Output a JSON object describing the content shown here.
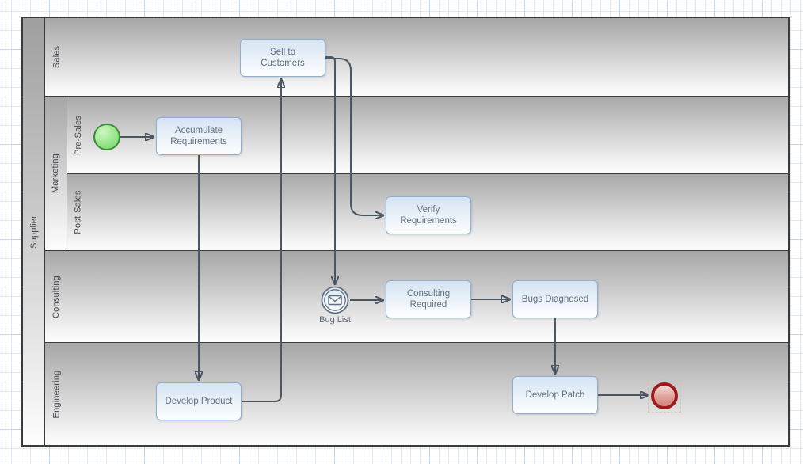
{
  "diagram": {
    "pool": {
      "label": "Supplier"
    },
    "lanes": [
      {
        "label": "Sales"
      },
      {
        "label": "Marketing",
        "sublanes": [
          {
            "label": "Pre-Sales"
          },
          {
            "label": "Post-Sales"
          }
        ]
      },
      {
        "label": "Consulting"
      },
      {
        "label": "Engineering"
      }
    ],
    "tasks": {
      "sell": {
        "label": "Sell to\nCustomers",
        "lane": "Sales"
      },
      "accumulate": {
        "label": "Accumulate\nRequirements",
        "lane": "Pre-Sales"
      },
      "verify": {
        "label": "Verify\nRequirements",
        "lane": "Post-Sales"
      },
      "consulting_required": {
        "label": "Consulting\nRequired",
        "lane": "Consulting"
      },
      "bugs_diagnosed": {
        "label": "Bugs Diagnosed",
        "lane": "Consulting"
      },
      "develop_product": {
        "label": "Develop Product",
        "lane": "Engineering"
      },
      "develop_patch": {
        "label": "Develop Patch",
        "lane": "Engineering"
      }
    },
    "events": {
      "start": {
        "type": "start",
        "lane": "Pre-Sales"
      },
      "bug_list": {
        "type": "message-intermediate",
        "label": "Bug List",
        "lane": "Consulting"
      },
      "end": {
        "type": "end",
        "lane": "Engineering"
      }
    },
    "flows": [
      {
        "from": "start",
        "to": "accumulate"
      },
      {
        "from": "accumulate",
        "to": "develop_product"
      },
      {
        "from": "develop_product",
        "to": "sell"
      },
      {
        "from": "sell",
        "to": "bug_list"
      },
      {
        "from": "sell",
        "to": "verify"
      },
      {
        "from": "bug_list",
        "to": "consulting_required"
      },
      {
        "from": "consulting_required",
        "to": "bugs_diagnosed"
      },
      {
        "from": "bugs_diagnosed",
        "to": "develop_patch"
      },
      {
        "from": "develop_patch",
        "to": "end"
      }
    ],
    "colors": {
      "task_fill_top": "#d5e3f3",
      "task_border": "#8fafd0",
      "connector": "#4b5663",
      "start_fill": "#8ae07c",
      "start_border": "#3c8a3c",
      "end_fill": "#d3837b",
      "end_border": "#9e1b1b",
      "lane_gradient_top": "#a6a6a6",
      "grid_minor": "#e0e8f2",
      "grid_major": "#c3d4e6"
    }
  }
}
